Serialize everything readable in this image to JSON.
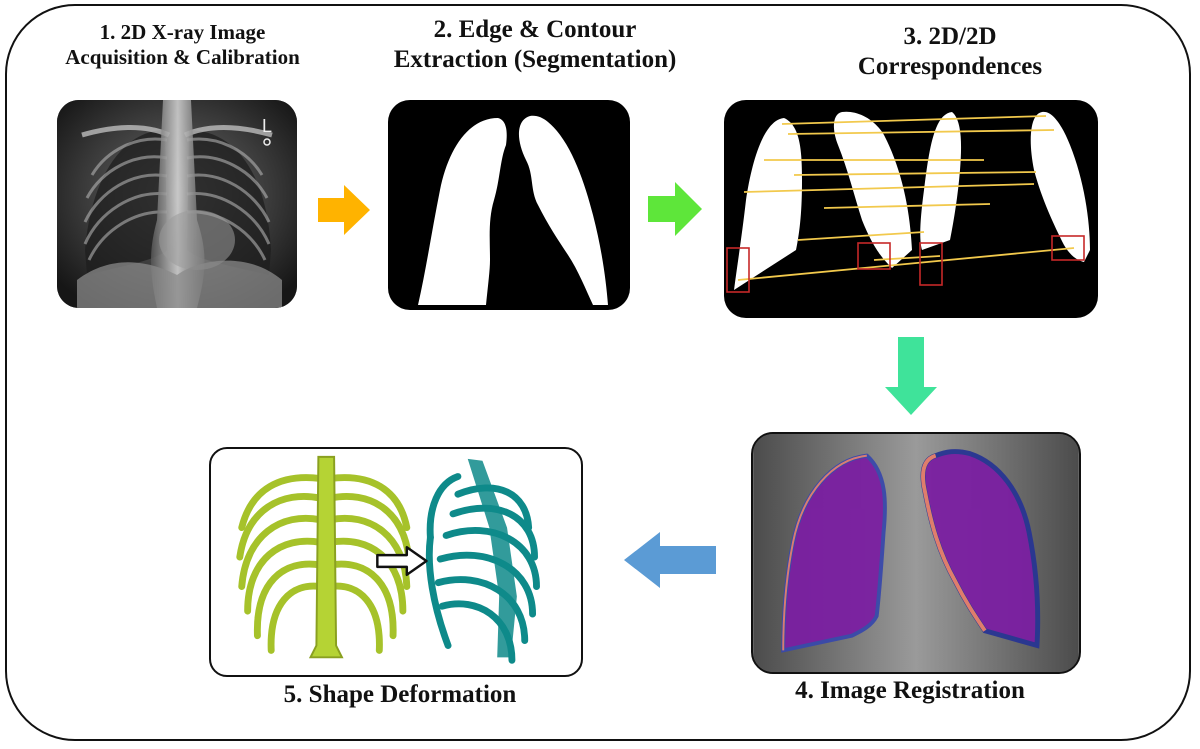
{
  "steps": [
    {
      "line1": "1. 2D X-ray Image",
      "line2": "Acquisition & Calibration"
    },
    {
      "line1": "2. Edge & Contour",
      "line2": "Extraction (Segmentation)"
    },
    {
      "line1": "3. 2D/2D",
      "line2": "Correspondences"
    },
    {
      "line1": "4. Image Registration"
    },
    {
      "line1": "5. Shape Deformation"
    }
  ],
  "colors": {
    "arrow_1_2": "#FFB300",
    "arrow_2_3": "#5EE63A",
    "arrow_3_4": "#3FE39A",
    "arrow_4_5": "#5B9BD5",
    "correspondence_lines": "#F2C94C",
    "mismatch_boxes": "#C62828",
    "registration_fill": "#7B1FA2",
    "rib_cage_template": "#B5D334",
    "rib_cage_deformed": "#0E8A8A"
  },
  "icons": [
    "xray-image",
    "lung-mask-image",
    "correspondence-image",
    "registration-image",
    "rib-cage-model-image",
    "deformation-arrow-icon"
  ]
}
